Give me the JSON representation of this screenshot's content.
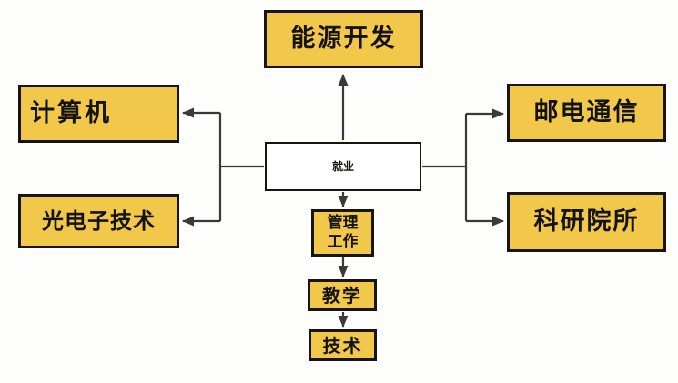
{
  "diagram": {
    "center_node": {
      "label": "就业"
    },
    "branch_nodes": {
      "energy": {
        "label": "能源开发"
      },
      "computer": {
        "label": "计算机"
      },
      "optoelectronics": {
        "label": "光电子技术"
      },
      "telecom": {
        "label": "邮电通信"
      },
      "research": {
        "label": "科研院所"
      }
    },
    "chain_nodes": {
      "management": {
        "label": "管理\n工作"
      },
      "teaching": {
        "label": "教学"
      },
      "technology": {
        "label": "技术"
      }
    },
    "colors": {
      "node_fill": "#F2C84B",
      "node_border": "#18140f",
      "connector": "#3a3a3a",
      "background": "#fefefd",
      "text": "#151310"
    }
  }
}
